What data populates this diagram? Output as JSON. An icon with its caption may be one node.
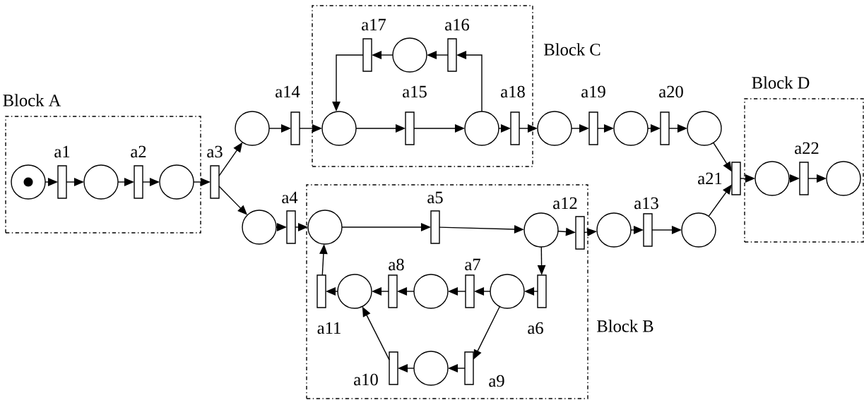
{
  "diagram": {
    "nodes": [
      {
        "text": [
          "Block A"
        ]
      },
      {
        "text": [],
        "shape": "circle",
        "in": 0
      },
      {
        "text": [
          "a1"
        ],
        "in": 0
      },
      {
        "text": [],
        "shape": "circle",
        "in": 0
      },
      {
        "text": [
          "a2"
        ],
        "in": 0
      },
      {
        "text": [],
        "shape": "circle",
        "in": 0
      },
      {
        "text": [
          "a3"
        ]
      },
      {
        "text": [],
        "shape": "circle"
      },
      {
        "text": [
          "a14"
        ]
      },
      {
        "text": [
          "Block C"
        ]
      },
      {
        "text": [
          "a17"
        ],
        "in": 9
      },
      {
        "text": [],
        "shape": "circle",
        "in": 9
      },
      {
        "text": [
          "a16"
        ],
        "in": 9
      },
      {
        "text": [],
        "shape": "circle",
        "in": 9
      },
      {
        "text": [
          "a15"
        ],
        "in": 9
      },
      {
        "text": [],
        "shape": "circle",
        "in": 9
      },
      {
        "text": [
          "a18"
        ],
        "in": 9
      },
      {
        "text": [],
        "shape": "circle"
      },
      {
        "text": [
          "a19"
        ]
      },
      {
        "text": [],
        "shape": "circle"
      },
      {
        "text": [
          "a20"
        ]
      },
      {
        "text": [],
        "shape": "circle"
      },
      {
        "text": [
          "Block D"
        ]
      },
      {
        "text": [
          "a21"
        ]
      },
      {
        "text": [],
        "shape": "circle",
        "in": 22
      },
      {
        "text": [
          "a22"
        ],
        "in": 22
      },
      {
        "text": [],
        "shape": "circle",
        "in": 22
      },
      {
        "text": [],
        "shape": "circle"
      },
      {
        "text": [
          "a4"
        ]
      },
      {
        "text": [
          "Block B"
        ]
      },
      {
        "text": [],
        "shape": "circle",
        "in": 29
      },
      {
        "text": [
          "a5"
        ],
        "in": 29
      },
      {
        "text": [],
        "shape": "circle",
        "in": 29
      },
      {
        "text": [
          "a12"
        ],
        "in": 29
      },
      {
        "text": [],
        "shape": "circle"
      },
      {
        "text": [
          "a13"
        ]
      },
      {
        "text": [],
        "shape": "circle"
      },
      {
        "text": [
          "a11"
        ],
        "in": 29
      },
      {
        "text": [],
        "shape": "circle",
        "in": 29
      },
      {
        "text": [
          "a8"
        ],
        "in": 29
      },
      {
        "text": [],
        "shape": "circle",
        "in": 29
      },
      {
        "text": [
          "a7"
        ],
        "in": 29
      },
      {
        "text": [],
        "shape": "circle",
        "in": 29
      },
      {
        "text": [
          "a6"
        ],
        "in": 29
      },
      {
        "text": [
          "a10"
        ],
        "in": 29
      },
      {
        "text": [],
        "shape": "circle",
        "in": 29
      },
      {
        "text": [
          "a9"
        ],
        "in": 29
      },
      {
        "text": [],
        "shape": "dot",
        "in": 1
      }
    ],
    "edges": [
      {
        "from": 1,
        "to": 2,
        "arrow": "to"
      },
      {
        "from": 2,
        "to": 3,
        "arrow": "to"
      },
      {
        "from": 3,
        "to": 4,
        "arrow": "to"
      },
      {
        "from": 4,
        "to": 5,
        "arrow": "to"
      },
      {
        "from": 5,
        "to": 6,
        "arrow": "to"
      },
      {
        "from": 6,
        "to": 7,
        "arrow": "to"
      },
      {
        "from": 6,
        "to": 27,
        "arrow": "to"
      },
      {
        "from": 7,
        "to": 8,
        "arrow": "to"
      },
      {
        "from": 8,
        "to": 13,
        "arrow": "to"
      },
      {
        "from": 13,
        "to": 14,
        "arrow": "to"
      },
      {
        "from": 14,
        "to": 15,
        "arrow": "to"
      },
      {
        "from": 15,
        "to": 12,
        "arrow": "to"
      },
      {
        "from": 12,
        "to": 11,
        "arrow": "to"
      },
      {
        "from": 11,
        "to": 10,
        "arrow": "to"
      },
      {
        "from": 10,
        "to": 13,
        "arrow": "to"
      },
      {
        "from": 15,
        "to": 16,
        "arrow": "to"
      },
      {
        "from": 16,
        "to": 17,
        "arrow": "to"
      },
      {
        "from": 17,
        "to": 18,
        "arrow": "to"
      },
      {
        "from": 18,
        "to": 19,
        "arrow": "to"
      },
      {
        "from": 19,
        "to": 20,
        "arrow": "to"
      },
      {
        "from": 20,
        "to": 21,
        "arrow": "to"
      },
      {
        "from": 21,
        "to": 23,
        "arrow": "to"
      },
      {
        "from": 23,
        "to": 24,
        "arrow": "to"
      },
      {
        "from": 24,
        "to": 25,
        "arrow": "to"
      },
      {
        "from": 25,
        "to": 26,
        "arrow": "to"
      },
      {
        "from": 27,
        "to": 28,
        "arrow": "to"
      },
      {
        "from": 28,
        "to": 30,
        "arrow": "to"
      },
      {
        "from": 30,
        "to": 31,
        "arrow": "to"
      },
      {
        "from": 31,
        "to": 32,
        "arrow": "to"
      },
      {
        "from": 32,
        "to": 33,
        "arrow": "to"
      },
      {
        "from": 33,
        "to": 34,
        "arrow": "to"
      },
      {
        "from": 34,
        "to": 35,
        "arrow": "to"
      },
      {
        "from": 35,
        "to": 36,
        "arrow": "to"
      },
      {
        "from": 36,
        "to": 23,
        "arrow": "to"
      },
      {
        "from": 32,
        "to": 43,
        "arrow": "to"
      },
      {
        "from": 43,
        "to": 42,
        "arrow": "to"
      },
      {
        "from": 42,
        "to": 41,
        "arrow": "to"
      },
      {
        "from": 41,
        "to": 40,
        "arrow": "to"
      },
      {
        "from": 40,
        "to": 39,
        "arrow": "to"
      },
      {
        "from": 39,
        "to": 38,
        "arrow": "to"
      },
      {
        "from": 38,
        "to": 37,
        "arrow": "to"
      },
      {
        "from": 37,
        "to": 30,
        "arrow": "to"
      },
      {
        "from": 42,
        "to": 46,
        "arrow": "to"
      },
      {
        "from": 46,
        "to": 45,
        "arrow": "to"
      },
      {
        "from": 45,
        "to": 44,
        "arrow": "to"
      },
      {
        "from": 44,
        "to": 38,
        "arrow": "to"
      }
    ]
  }
}
